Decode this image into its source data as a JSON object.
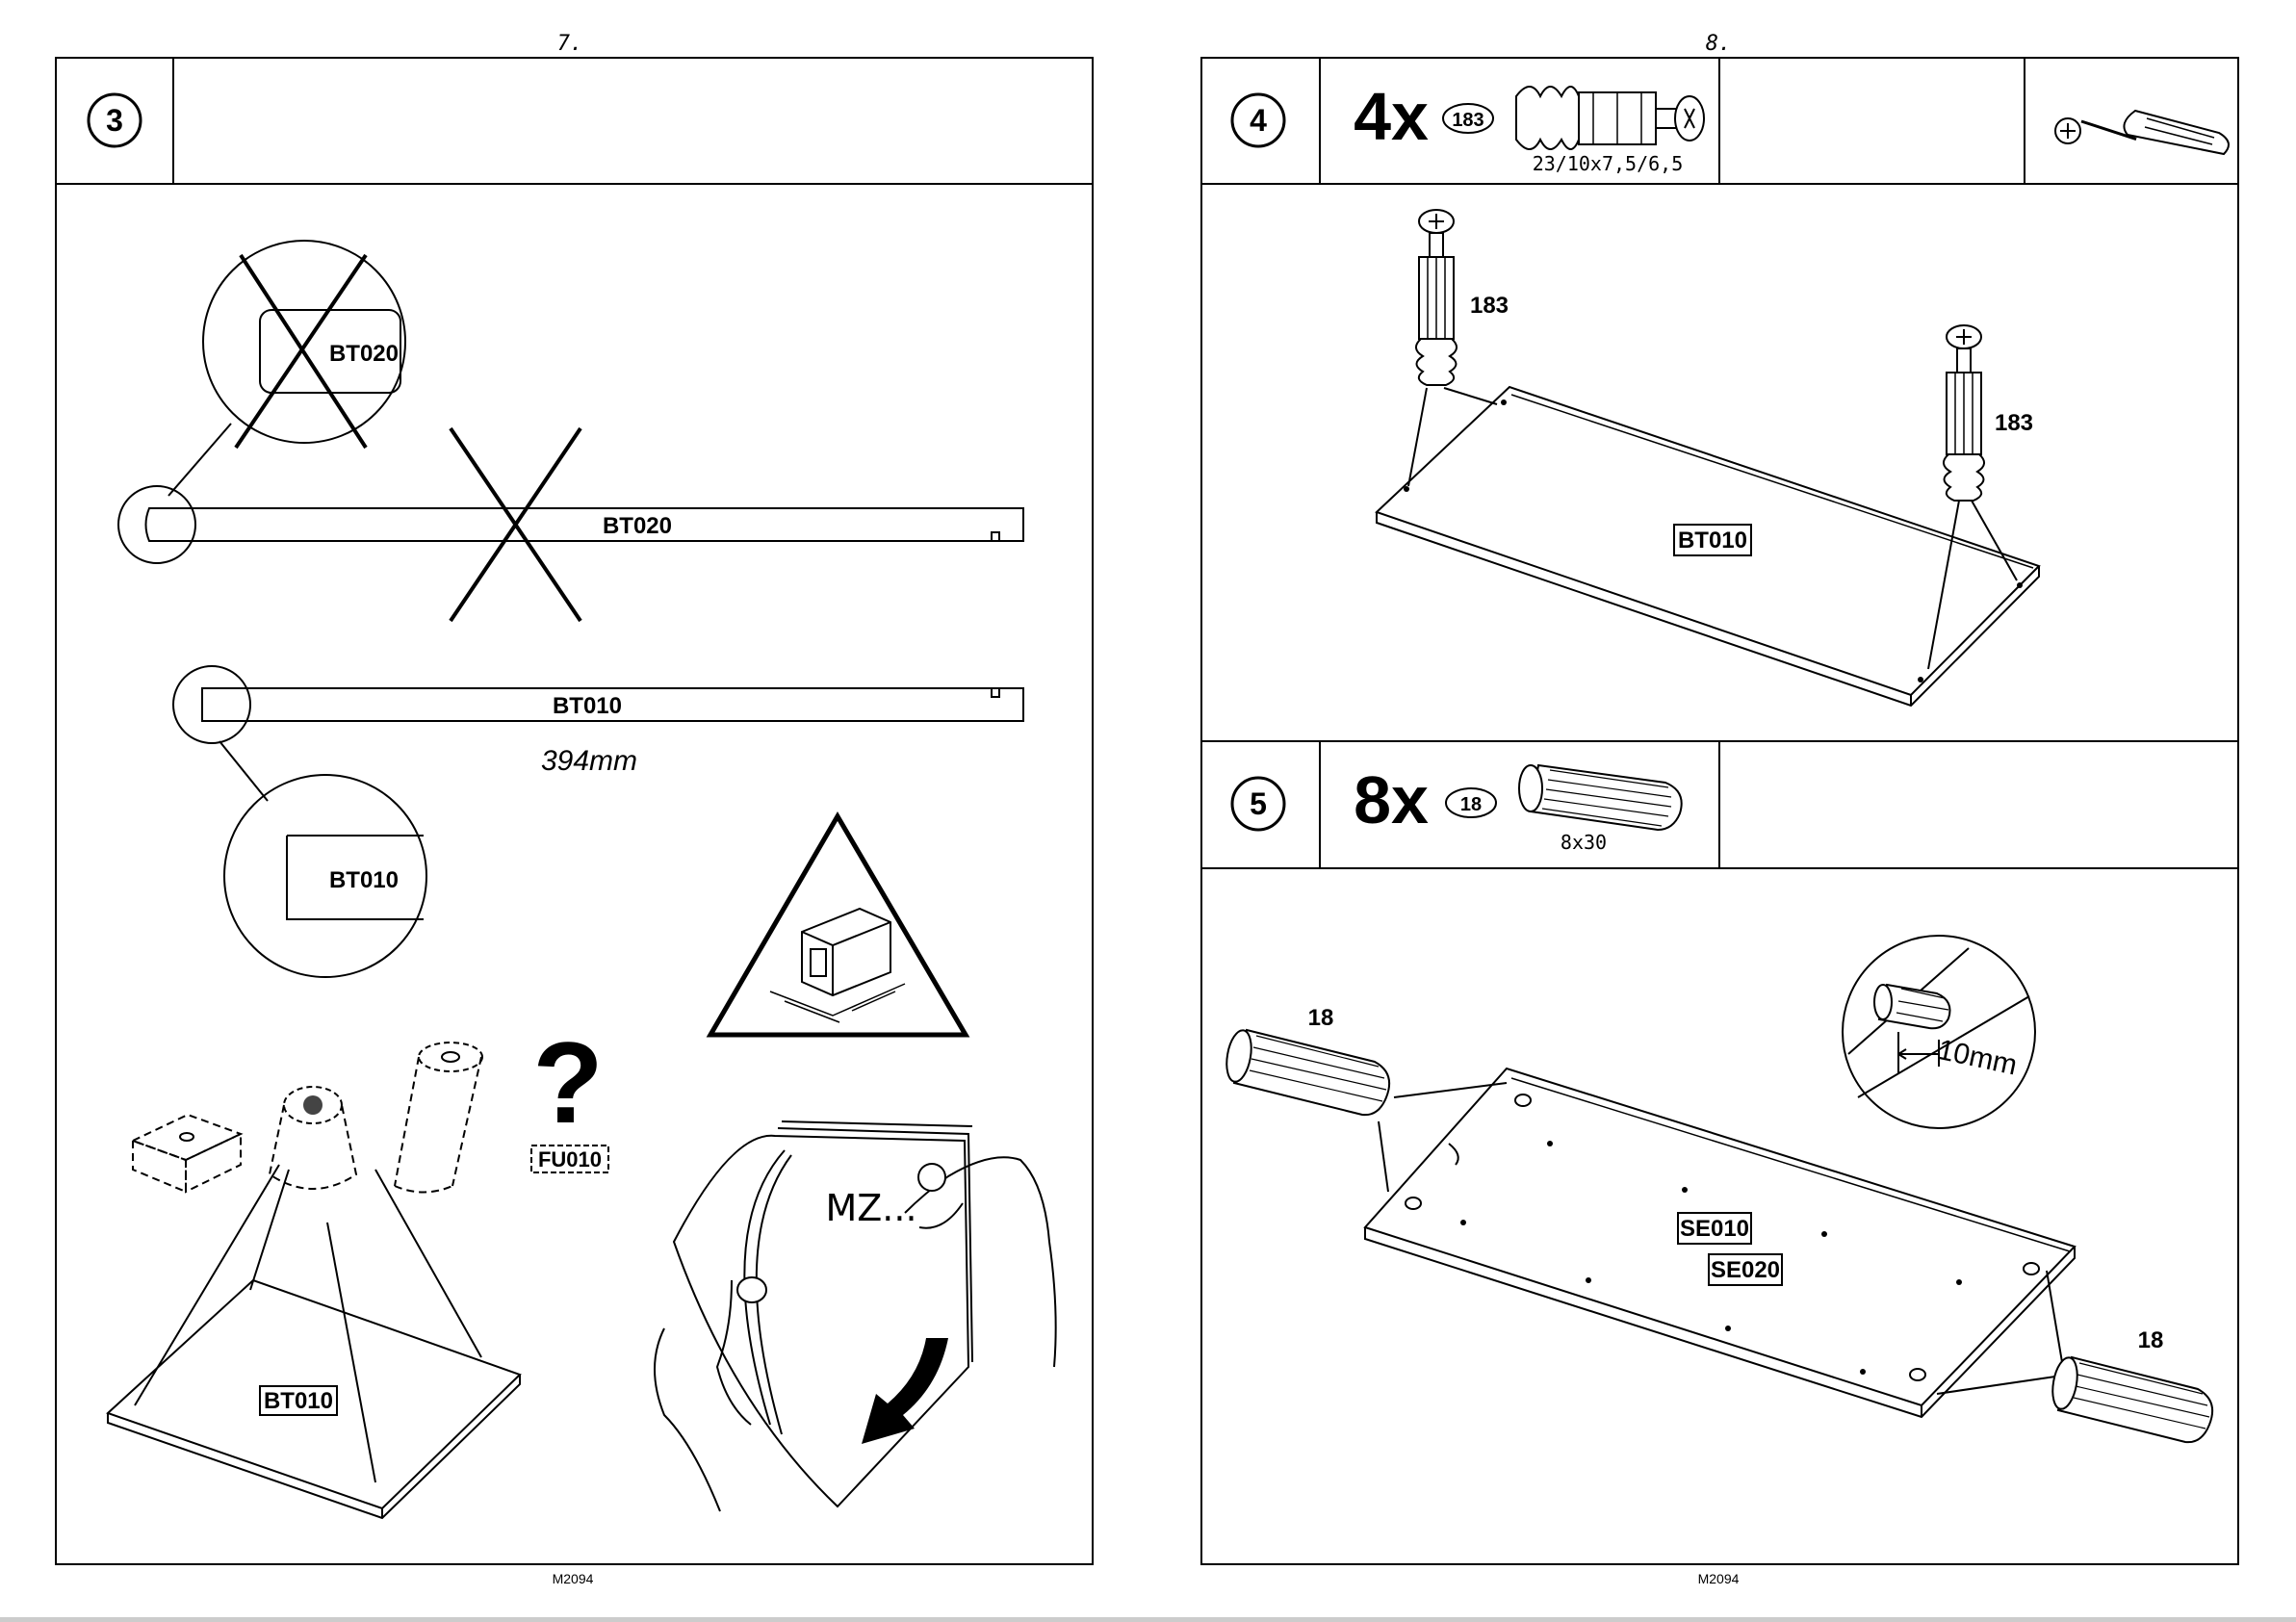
{
  "pages": [
    {
      "page_number": "7.",
      "footer_code": "M2094",
      "step": {
        "number": "3",
        "parts": {
          "circle_wrong_label": "BT020",
          "bar_wrong_label": "BT020",
          "bar_correct_label": "BT010",
          "length": "394mm",
          "circle_correct_label": "BT010",
          "hardware_ref": "FU010",
          "question_mark": "?",
          "board_label": "BT010",
          "booklet_text": "MZ..."
        }
      }
    },
    {
      "page_number": "8.",
      "footer_code": "M2094",
      "steps": [
        {
          "number": "4",
          "quantity": "4x",
          "part_id": "183",
          "part_spec": "23/10x7,5/6,5",
          "tool_icon": "screwdriver-icon",
          "callout_left": "183",
          "callout_right": "183",
          "board_label": "BT010"
        },
        {
          "number": "5",
          "quantity": "8x",
          "part_id": "18",
          "part_spec": "8x30",
          "callout_left": "18",
          "callout_right": "18",
          "detail_measure": "10mm",
          "board_label_1": "SE010",
          "board_label_2": "SE020"
        }
      ]
    }
  ]
}
